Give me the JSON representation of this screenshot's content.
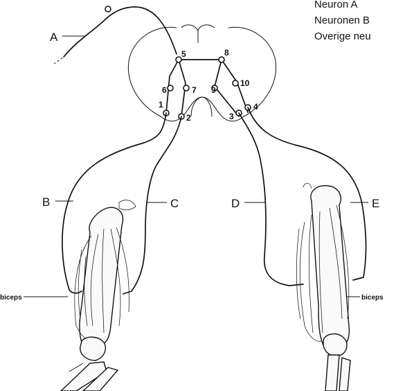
{
  "legend": {
    "line_a": "Neuron A",
    "line_b": "Neuronen B",
    "line_c": "Overige neu"
  },
  "labels": {
    "A": "A",
    "B": "B",
    "C": "C",
    "D": "D",
    "E": "E"
  },
  "numbers": [
    "1",
    "2",
    "3",
    "4",
    "5",
    "6",
    "7",
    "8",
    "9",
    "10"
  ],
  "muscle_left": "biceps",
  "muscle_right": "biceps"
}
